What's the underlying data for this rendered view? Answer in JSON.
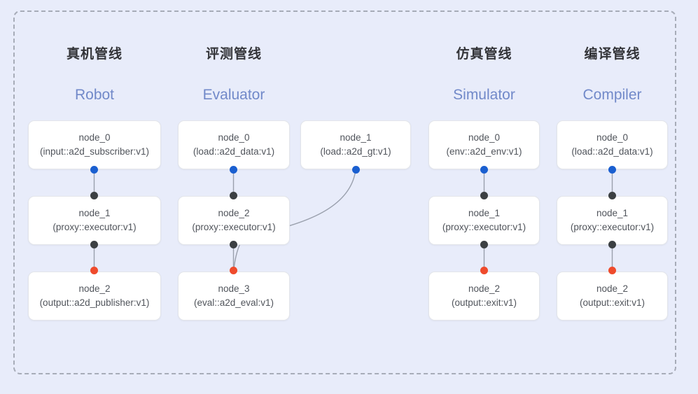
{
  "diagram": {
    "background_color": "#e8ecfa",
    "frame_style": "dashed-rounded-rectangle",
    "frame_color": "#a7acb8",
    "port_colors": {
      "input_blue": "#1a5fd0",
      "dark": "#3c4043",
      "output_red": "#ef4b2c"
    },
    "edge_color": "#9aa0ad",
    "subtitle_color": "#7189c9",
    "title_color": "#333438"
  },
  "columns": [
    {
      "title": "真机管线",
      "subtitle": "Robot",
      "nodes": [
        {
          "name": "node_0",
          "type": "(input::a2d_subscriber:v1)"
        },
        {
          "name": "node_1",
          "type": "(proxy::executor:v1)"
        },
        {
          "name": "node_2",
          "type": "(output::a2d_publisher:v1)"
        }
      ]
    },
    {
      "title": "评测管线",
      "subtitle": "Evaluator",
      "nodes": [
        {
          "name": "node_0",
          "type": "(load::a2d_data:v1)"
        },
        {
          "name": "node_2",
          "type": "(proxy::executor:v1)"
        },
        {
          "name": "node_3",
          "type": "(eval::a2d_eval:v1)"
        },
        {
          "name": "node_1",
          "type": "(load::a2d_gt:v1)"
        }
      ]
    },
    {
      "title": "仿真管线",
      "subtitle": "Simulator",
      "nodes": [
        {
          "name": "node_0",
          "type": "(env::a2d_env:v1)"
        },
        {
          "name": "node_1",
          "type": "(proxy::executor:v1)"
        },
        {
          "name": "node_2",
          "type": "(output::exit:v1)"
        }
      ]
    },
    {
      "title": "编译管线",
      "subtitle": "Compiler",
      "nodes": [
        {
          "name": "node_0",
          "type": "(load::a2d_data:v1)"
        },
        {
          "name": "node_1",
          "type": "(proxy::executor:v1)"
        },
        {
          "name": "node_2",
          "type": "(output::exit:v1)"
        }
      ]
    }
  ]
}
